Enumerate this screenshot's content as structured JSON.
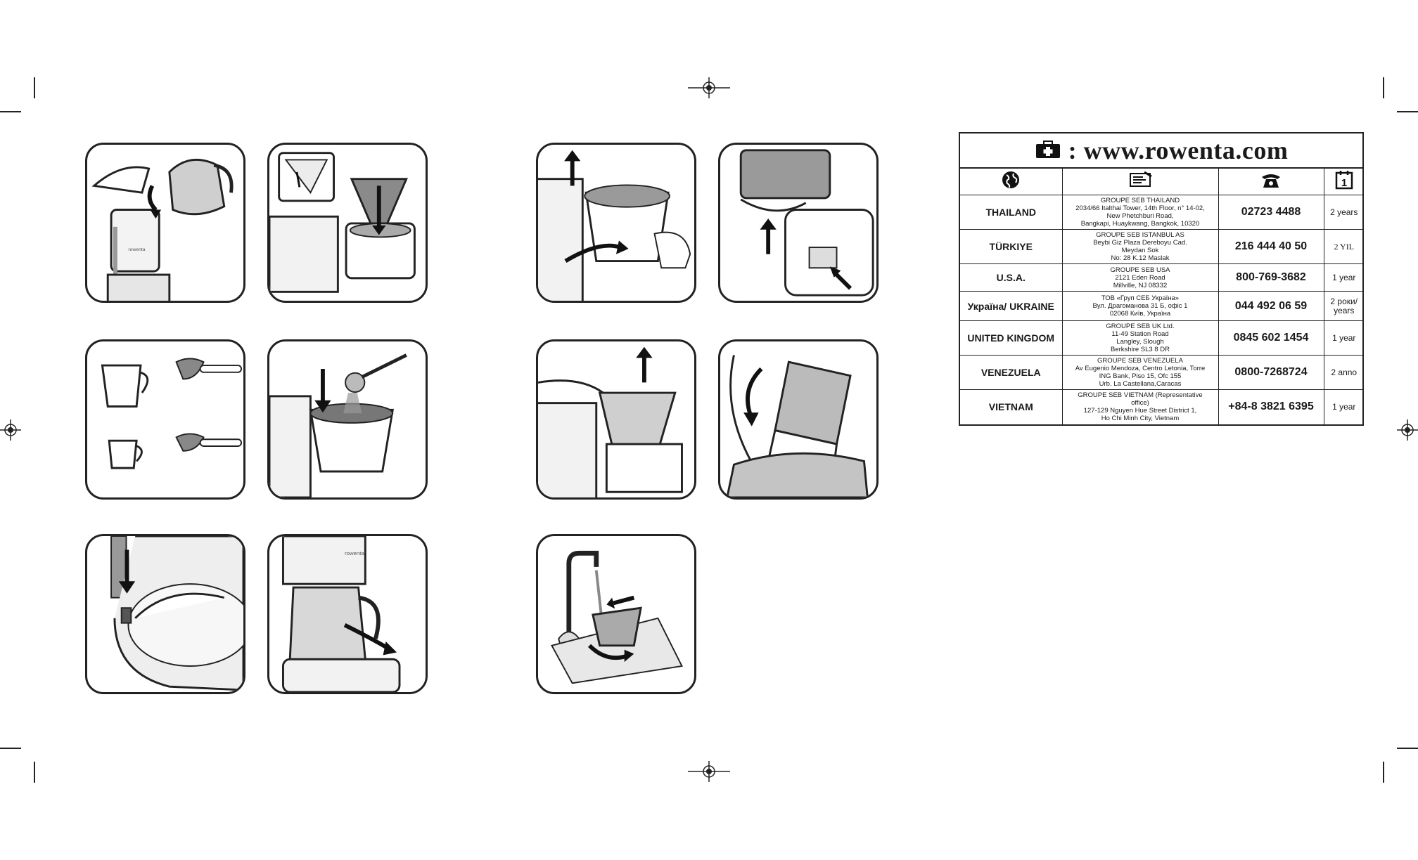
{
  "header": {
    "website": ": www.rowenta.com"
  },
  "columns": {
    "icons": [
      "globe-icon",
      "address-icon",
      "telephone-icon",
      "calendar-icon"
    ],
    "calendar_digit": "1"
  },
  "branding": {
    "appliance_label": "rowenta"
  },
  "contacts": [
    {
      "country": "THAILAND",
      "address": "GROUPE SEB THAILAND\n2034/66 Italthai Tower, 14th Floor, n° 14-02,\nNew Phetchburi Road,\nBangkapi, Huaykwang,     Bangkok, 10320",
      "phone": "02723 4488",
      "warranty": "2 years"
    },
    {
      "country": "TÜRKIYE",
      "address": "GROUPE SEB ISTANBUL AS\nBeybi Giz Plaza Dereboyu Cad.\nMeydan Sok\nNo: 28 K.12 Maslak",
      "phone": "216 444 40 50",
      "warranty": "2 YIL"
    },
    {
      "country": "U.S.A.",
      "address": "GROUPE SEB USA\n2121 Eden Road\nMillville, NJ 08332",
      "phone": "800-769-3682",
      "warranty": "1 year"
    },
    {
      "country": "Україна/ UKRAINE",
      "address": "ТОВ «Груп СЕБ Україна»\nВул. Драгоманова 31 Б, офіс 1\n02068 Київ, Україна",
      "phone": "044 492 06 59",
      "warranty": "2 роки/\nyears"
    },
    {
      "country": "UNITED KINGDOM",
      "address": "GROUPE SEB UK Ltd.\n11-49 Station Road\nLangley, Slough\nBerkshire SL3 8 DR",
      "phone": "0845 602 1454",
      "warranty": "1 year"
    },
    {
      "country": "VENEZUELA",
      "address": "GROUPE SEB VENEZUELA\nAv Eugenio Mendoza, Centro Letonia, Torre\nING Bank, Piso 15, Ofc 155\nUrb. La Castellana,Caracas",
      "phone": "0800-7268724",
      "warranty": "2 anno"
    },
    {
      "country": "VIETNAM",
      "address": "GROUPE SEB VIETNAM (Representative\noffice)\n127-129 Nguyen Hue Street District 1,\nHo Chi Minh City, Vietnam",
      "phone": "+84-8 3821 6395",
      "warranty": "1 year"
    }
  ]
}
